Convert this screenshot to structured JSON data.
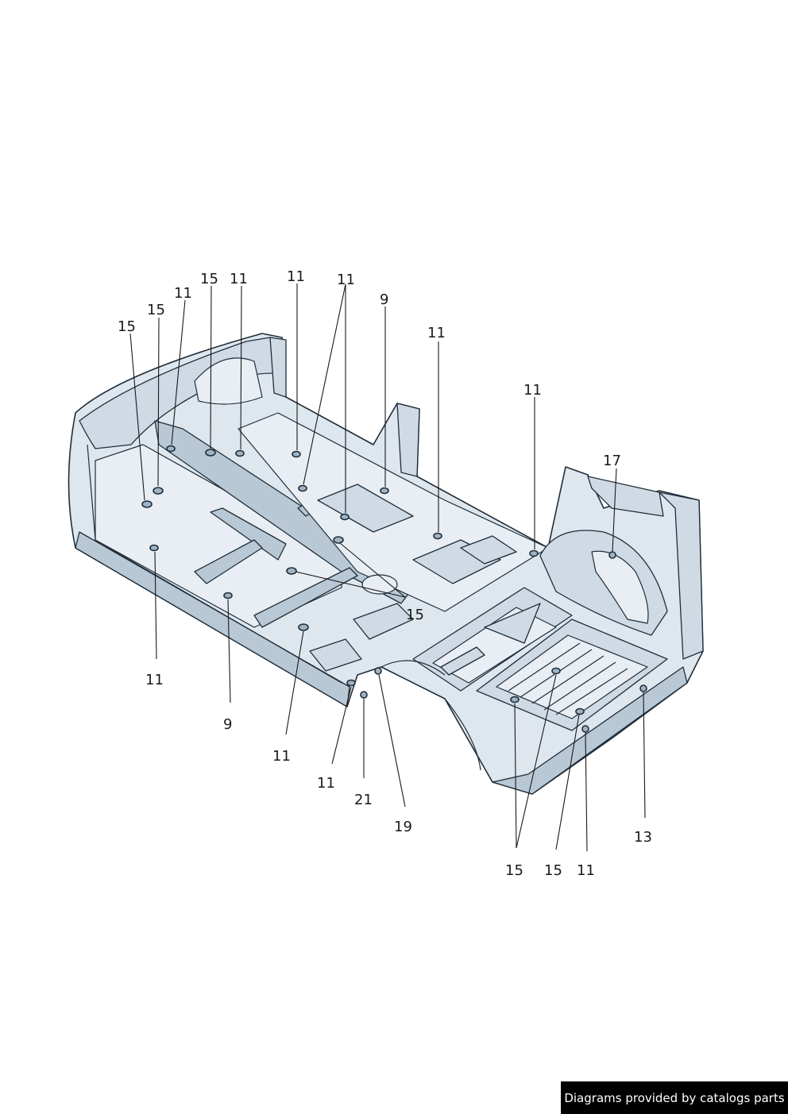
{
  "credit": {
    "text": "Diagrams provided by catalogs parts"
  },
  "callouts": [
    {
      "id": "c1",
      "label": "15"
    },
    {
      "id": "c2",
      "label": "15"
    },
    {
      "id": "c3",
      "label": "11"
    },
    {
      "id": "c4",
      "label": "15"
    },
    {
      "id": "c5",
      "label": "11"
    },
    {
      "id": "c6",
      "label": "11"
    },
    {
      "id": "c7",
      "label": "11"
    },
    {
      "id": "c8",
      "label": "9"
    },
    {
      "id": "c9",
      "label": "11"
    },
    {
      "id": "c10",
      "label": "11"
    },
    {
      "id": "c11",
      "label": "17"
    },
    {
      "id": "c12",
      "label": "15"
    },
    {
      "id": "c13",
      "label": "11"
    },
    {
      "id": "c14",
      "label": "9"
    },
    {
      "id": "c15",
      "label": "11"
    },
    {
      "id": "c16",
      "label": "11"
    },
    {
      "id": "c17",
      "label": "21"
    },
    {
      "id": "c18",
      "label": "19"
    },
    {
      "id": "c19",
      "label": "15"
    },
    {
      "id": "c20",
      "label": "15"
    },
    {
      "id": "c21",
      "label": "11"
    },
    {
      "id": "c22",
      "label": "13"
    }
  ],
  "colors": {
    "body": "#dfe7ee",
    "outline": "#1f2d3a",
    "credit_bg": "#000000",
    "credit_text": "#ffffff"
  }
}
